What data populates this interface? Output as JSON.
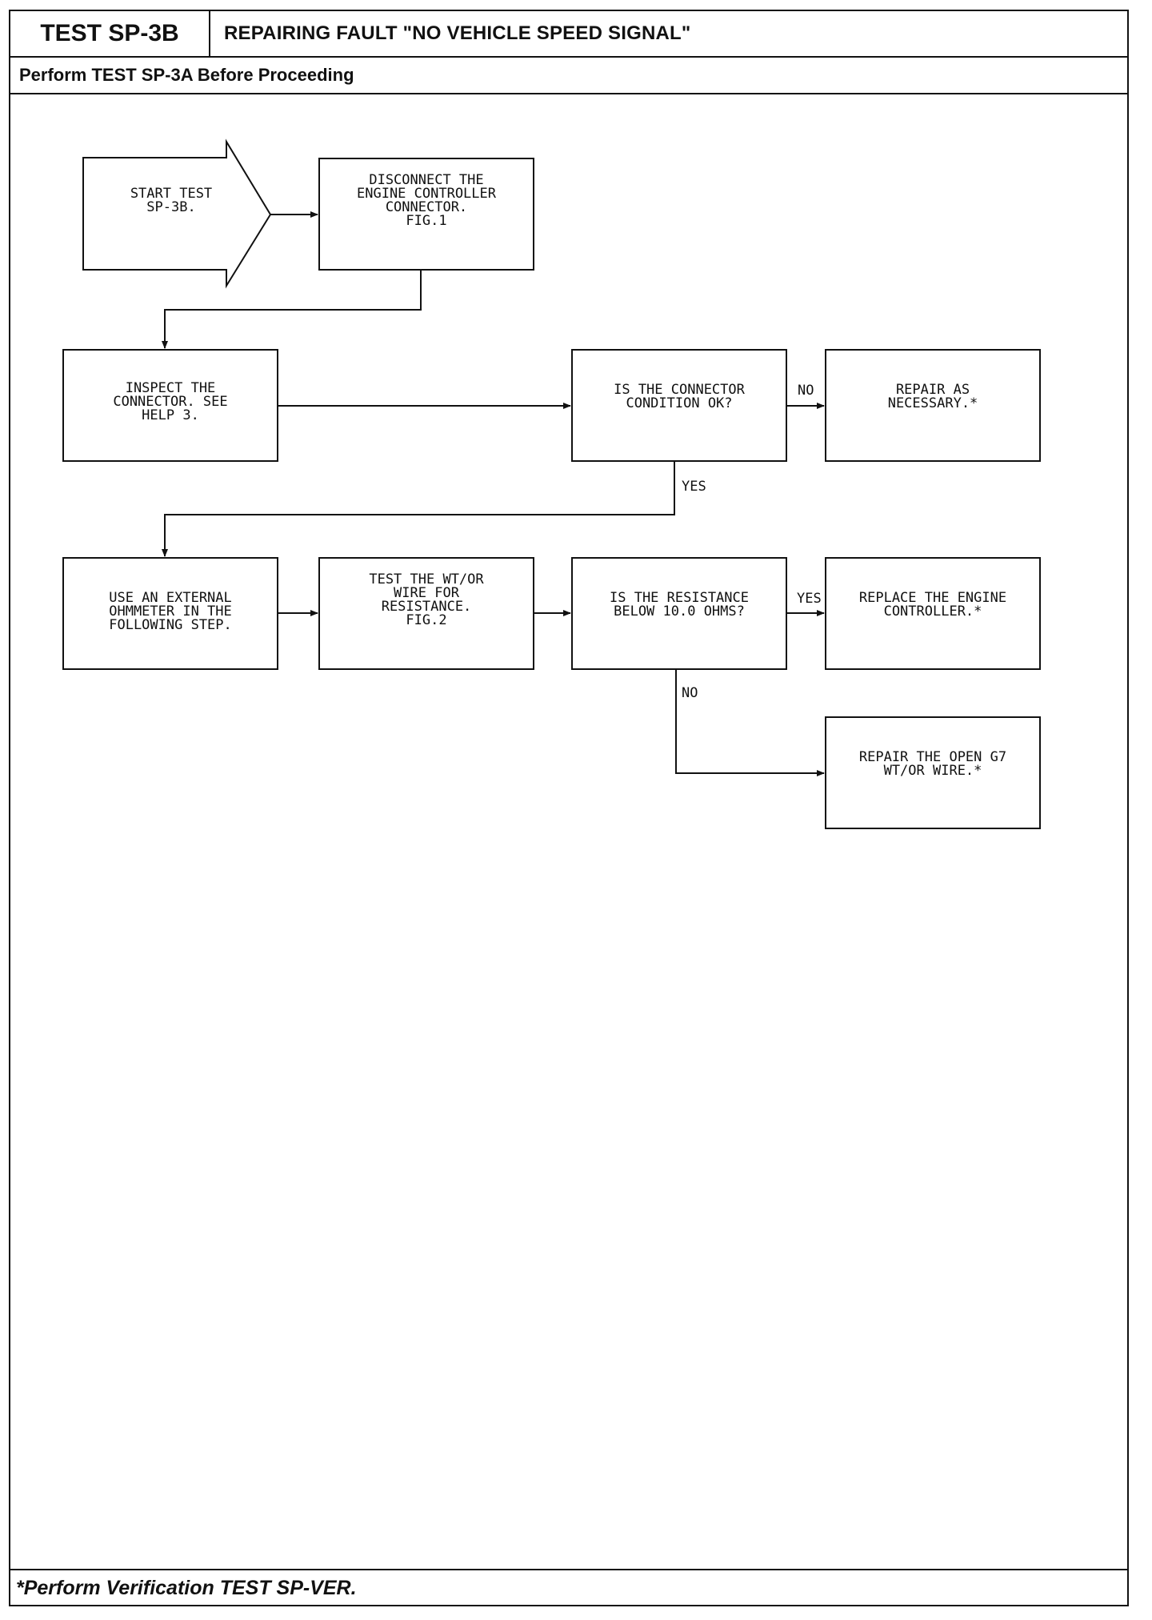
{
  "header": {
    "test_id": "TEST SP-3B",
    "title": "REPAIRING FAULT \"NO VEHICLE SPEED SIGNAL\"",
    "prerequisite": "Perform TEST SP-3A Before Proceeding"
  },
  "footer": {
    "note": "*Perform Verification TEST SP-VER."
  },
  "flowchart": {
    "nodes": [
      {
        "id": "start",
        "lines": [
          "START TEST",
          "SP-3B."
        ]
      },
      {
        "id": "disconnect",
        "lines": [
          "DISCONNECT THE",
          "ENGINE CONTROLLER",
          "CONNECTOR.",
          "",
          "FIG.1"
        ]
      },
      {
        "id": "inspect",
        "lines": [
          "INSPECT THE",
          "CONNECTOR. SEE",
          "HELP 3."
        ]
      },
      {
        "id": "q-connector",
        "lines": [
          "IS THE CONNECTOR",
          "CONDITION OK?"
        ]
      },
      {
        "id": "repair-as-necessary",
        "lines": [
          "REPAIR AS",
          "NECESSARY.*"
        ]
      },
      {
        "id": "ohmmeter",
        "lines": [
          "USE AN EXTERNAL",
          "OHMMETER IN THE",
          "FOLLOWING STEP."
        ]
      },
      {
        "id": "test-wire",
        "lines": [
          "TEST THE WT/OR",
          "WIRE FOR",
          "RESISTANCE.",
          "",
          "FIG.2"
        ]
      },
      {
        "id": "q-resistance",
        "lines": [
          "IS THE RESISTANCE",
          "BELOW 10.0 OHMS?"
        ]
      },
      {
        "id": "replace-controller",
        "lines": [
          "REPLACE THE ENGINE",
          "CONTROLLER.*"
        ]
      },
      {
        "id": "repair-open",
        "lines": [
          "REPAIR THE OPEN G7",
          "WT/OR WIRE.*"
        ]
      }
    ],
    "edge_labels": {
      "connector_no": "NO",
      "connector_yes": "YES",
      "resistance_yes": "YES",
      "resistance_no": "NO"
    }
  }
}
